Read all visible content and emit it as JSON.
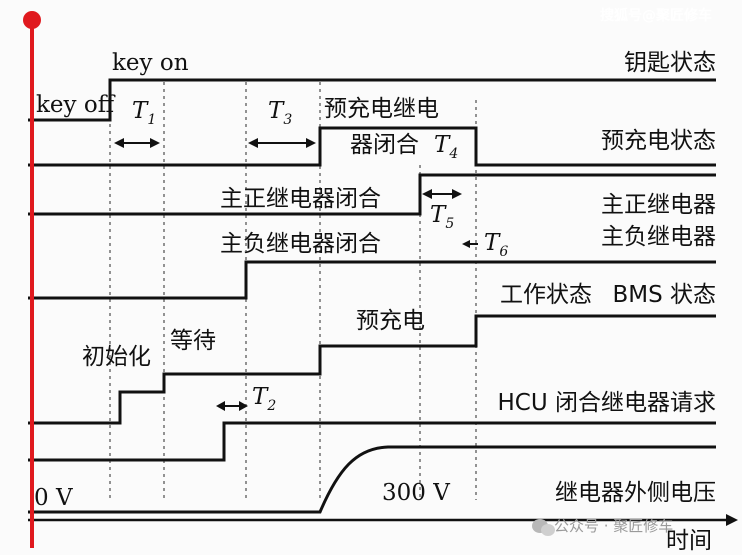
{
  "watermark_top": "搜狐号@聚匠修车",
  "watermark_bottom": "公众号 · 聚匠修车",
  "top_labels": {
    "key_on": "key on",
    "key_off": "key off",
    "precharge_relay_close_line1": "预充电继电",
    "precharge_relay_close_line2": "器闭合",
    "main_pos_close": "主正继电器闭合",
    "main_neg_close": "主负继电器闭合",
    "init": "初始化",
    "wait": "等待",
    "precharge": "预充电",
    "volt_0": "0 V",
    "volt_300": "300 V"
  },
  "timing": [
    {
      "name": "T",
      "sub": "1"
    },
    {
      "name": "T",
      "sub": "2"
    },
    {
      "name": "T",
      "sub": "3"
    },
    {
      "name": "T",
      "sub": "4"
    },
    {
      "name": "T",
      "sub": "5"
    },
    {
      "name": "T",
      "sub": "6"
    }
  ],
  "signal_names": {
    "key_state": "钥匙状态",
    "precharge_state": "预充电状态",
    "main_pos_relay": "主正继电器",
    "main_neg_relay": "主负继电器",
    "work_state": "工作状态",
    "bms_state": "BMS 状态",
    "hcu_request": "HCU 闭合继电器请求",
    "relay_out_voltage": "继电器外侧电压",
    "time": "时间"
  }
}
